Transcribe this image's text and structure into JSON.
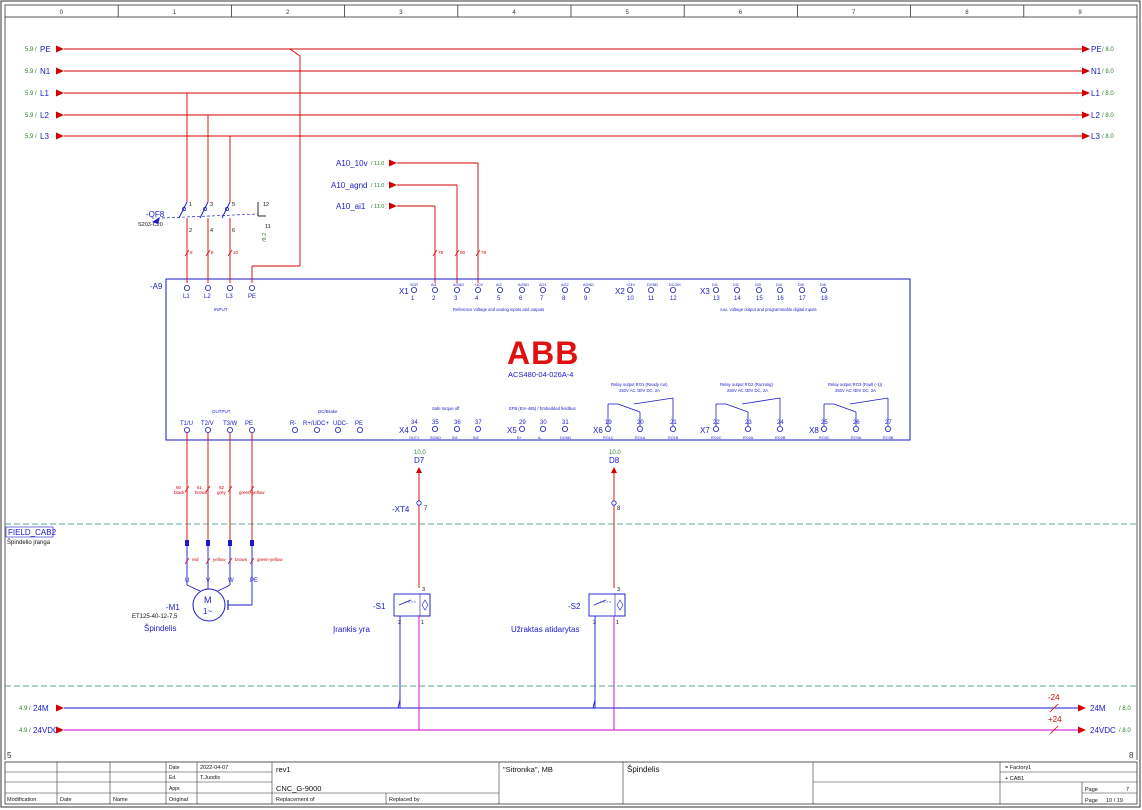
{
  "frame": {
    "columns": [
      "0",
      "1",
      "2",
      "3",
      "4",
      "5",
      "6",
      "7",
      "8",
      "9"
    ],
    "corner_left": "5",
    "corner_right": "8"
  },
  "buses": [
    {
      "name": "PE",
      "ref": "5.9 /",
      "out": "/ 8.0",
      "color": "#d40000"
    },
    {
      "name": "N1",
      "ref": "5.9 /",
      "out": "/ 8.0",
      "color": "#d40000"
    },
    {
      "name": "L1",
      "ref": "5.9 /",
      "out": "/ 8.0",
      "color": "#d40000"
    },
    {
      "name": "L2",
      "ref": "5.9 /",
      "out": "/ 8.0",
      "color": "#d40000"
    },
    {
      "name": "L3",
      "ref": "5.9 /",
      "out": "/ 8.0",
      "color": "#d40000"
    }
  ],
  "dc_buses": [
    {
      "name": "24M",
      "ref": "4.9 /",
      "out": "/ 8.0",
      "tag": "-24",
      "color": "#1a1acc"
    },
    {
      "name": "24VDC",
      "ref": "4.9 /",
      "out": "/ 8.0",
      "tag": "+24",
      "color": "#cc00cc"
    }
  ],
  "analog_signals": [
    {
      "name": "A10_10v",
      "ref": "/ 11.0"
    },
    {
      "name": "A10_agnd",
      "ref": "/ 11.0"
    },
    {
      "name": "A10_ai1",
      "ref": "/ 11.0"
    }
  ],
  "breaker": {
    "tag": "-QF8",
    "type": "S203-C20",
    "aux_ref": "/9.2",
    "poles": [
      "1",
      "3",
      "5",
      "2",
      "4",
      "6"
    ],
    "aux": [
      "12",
      "11"
    ]
  },
  "drive": {
    "tag": "-A9",
    "brand": "ABB",
    "model": "ACS480-04-026A-4",
    "input_label": "INPUT",
    "input_terms": [
      "L1",
      "L2",
      "L3",
      "PE"
    ],
    "x1": {
      "tag": "X1",
      "pins": [
        "1",
        "2",
        "3",
        "4",
        "5",
        "6",
        "7",
        "8",
        "9"
      ],
      "names": [
        "SCR",
        "AI1",
        "AGND",
        "+10V",
        "AI2",
        "AGND",
        "AO1",
        "AO2",
        "AGND"
      ],
      "caption": "Reference voltage and analog inputs and outputs"
    },
    "x2": {
      "tag": "X2",
      "pins": [
        "10",
        "11",
        "12"
      ],
      "names": [
        "+24V",
        "DGND",
        "DCOM"
      ]
    },
    "x3": {
      "tag": "X3",
      "pins": [
        "13",
        "14",
        "15",
        "16",
        "17",
        "18"
      ],
      "names": [
        "DI1",
        "DI2",
        "DI3",
        "DI4",
        "DI5",
        "DI6"
      ],
      "caption": "Aux. voltage output and programmable digital inputs"
    },
    "output_label": "OUTPUT",
    "output_terms": [
      "T1/U",
      "T2/V",
      "T3/W",
      "PE"
    ],
    "dc_label": "DC/Brake",
    "dc_terms": [
      "R-",
      "R+/UDC+",
      "UDC-",
      "PE"
    ],
    "x4": {
      "tag": "X4",
      "pins": [
        "34",
        "35",
        "36",
        "37"
      ],
      "names": [
        "OUT1",
        "SGND",
        "IN1",
        "IN2"
      ],
      "caption": "Safe torque off"
    },
    "x5": {
      "tag": "X5",
      "pins": [
        "29",
        "30",
        "31"
      ],
      "names": [
        "B+",
        "A-",
        "DGND"
      ],
      "caption": "EFB (EIA-485) / Embedded fieldbus"
    },
    "x6": {
      "tag": "X6",
      "pins": [
        "19",
        "20",
        "21"
      ],
      "names": [
        "RO1C",
        "RO1A",
        "RO1B"
      ],
      "caption": "Relay output RO1 (Ready run)",
      "rating": "250V AC /30V DC, 2A"
    },
    "x7": {
      "tag": "X7",
      "pins": [
        "22",
        "23",
        "24"
      ],
      "names": [
        "RO2C",
        "RO2A",
        "RO2B"
      ],
      "caption": "Relay output RO2 (Running)",
      "rating": "250V AC /30V DC, 2A"
    },
    "x8": {
      "tag": "X8",
      "pins": [
        "25",
        "26",
        "27"
      ],
      "names": [
        "RO3C",
        "RO3A",
        "RO3B"
      ],
      "caption": "Relay output RO3 (Fault (-1))",
      "rating": "250V AC /30V DC, 2A"
    }
  },
  "wires": {
    "upper": [
      "9",
      "8",
      "10"
    ],
    "x1": [
      "79",
      "80",
      "78"
    ],
    "motor": [
      {
        "num": "60",
        "color": "black"
      },
      {
        "num": "61",
        "color": "brown"
      },
      {
        "num": "62",
        "color": "grey"
      },
      {
        "num": "",
        "color": "green-yellow"
      }
    ],
    "motor_field": [
      "red",
      "yellow",
      "brown",
      "green-yellow"
    ]
  },
  "cross_refs": [
    {
      "ref": "10.0",
      "label": "D7"
    },
    {
      "ref": "10.0",
      "label": "D8"
    }
  ],
  "terminal_block": {
    "tag": "-XT4",
    "a": "7",
    "b": "8"
  },
  "field": {
    "tag": "FIELD_CAB2",
    "subtitle": "Špindelio įranga"
  },
  "motor": {
    "tag": "-M1",
    "type": "ET125-40-12-7,5",
    "symbol_top": "M",
    "symbol_bottom": "1~",
    "name": "Špindelis",
    "terms": [
      "U",
      "V",
      "W",
      "PE"
    ]
  },
  "sensors": [
    {
      "tag": "-S1",
      "name": "Įrankis yra",
      "pins": [
        "3",
        "2",
        "1"
      ]
    },
    {
      "tag": "-S2",
      "name": "Užraktas atidarytas",
      "pins": [
        "3",
        "2",
        "1"
      ]
    }
  ],
  "title_block": {
    "date_label": "Date",
    "date": "2022-04-07",
    "ed_label": "Ed.",
    "ed": "T.Juodis",
    "appr_label": "Appr.",
    "original_label": "Original",
    "modification_label": "Modification",
    "date2_label": "Date",
    "name_label": "Name",
    "rev": "rev1",
    "project": "CNC_G-9000",
    "replacement_label": "Replacement of",
    "replaced_label": "Replaced by",
    "company": "\"Sitronika\", MB",
    "sheet_title": "Špindelis",
    "loc1": "= Factory1",
    "loc2": "+ CAB1",
    "page_label": "Page",
    "page": "7",
    "page_of": "10 / 19"
  }
}
